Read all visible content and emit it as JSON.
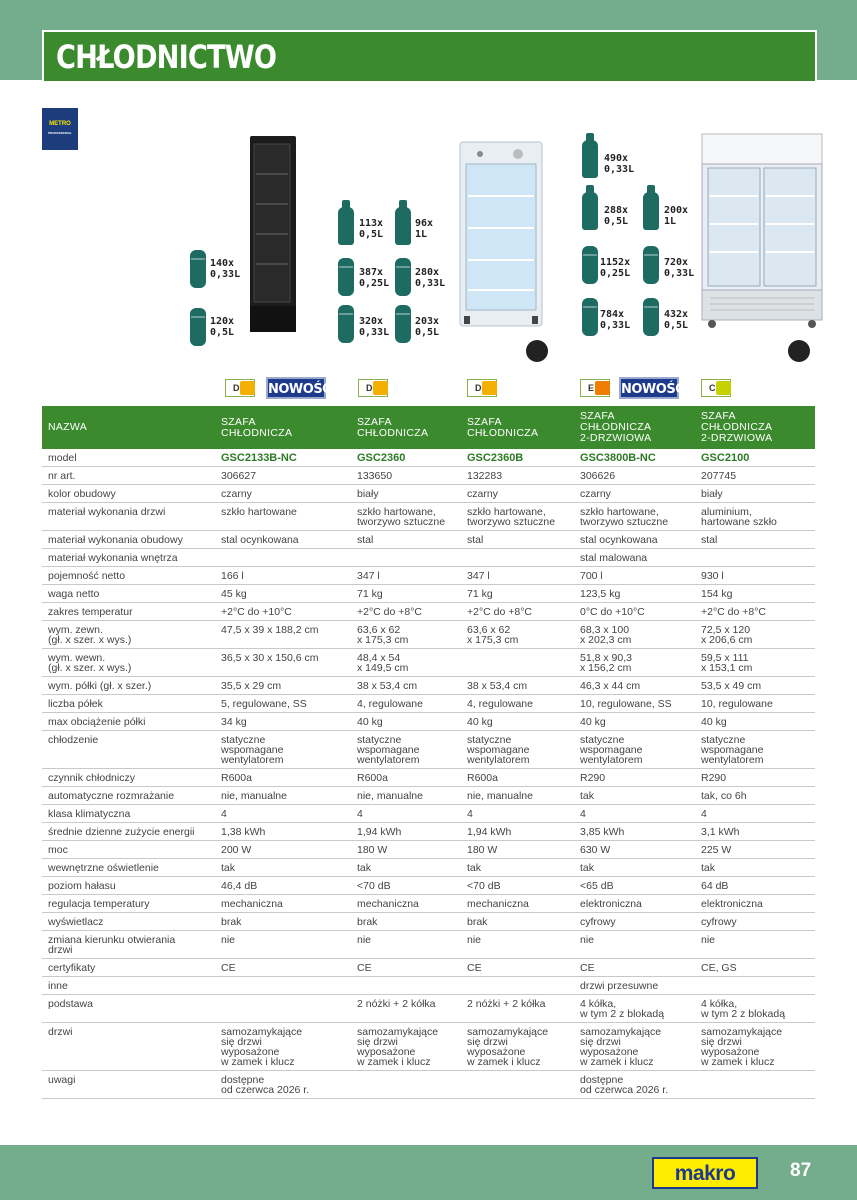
{
  "title": "CHŁODNICTWO",
  "brand_badge": {
    "line1": "METRO",
    "line2": "PROFESSIONAL"
  },
  "products_visual": {
    "p1": {
      "qty": [
        {
          "label": "140x 0,33L"
        },
        {
          "label": "120x 0,5L"
        }
      ],
      "color": "#1c1c1c"
    },
    "p2": {
      "qty": [
        {
          "label": "113x 0,5L"
        },
        {
          "label": "96x 1L"
        },
        {
          "label": "387x 0,25L"
        },
        {
          "label": "280x 0,33L"
        },
        {
          "label": "320x 0,33L"
        },
        {
          "label": "203x 0,5L"
        }
      ],
      "color": "#e9eef2"
    },
    "p3": {
      "qty": [
        {
          "label": "490x 0,33L"
        },
        {
          "label": "288x 0,5L"
        },
        {
          "label": "200x 1L"
        },
        {
          "label": "1152x 0,25L"
        },
        {
          "label": "720x 0,33L"
        },
        {
          "label": "784x 0,33L"
        },
        {
          "label": "432x 0,5L"
        }
      ]
    }
  },
  "energy_badges": [
    {
      "class": "D",
      "color": "#f4b000",
      "new": "NOWOŚĆ"
    },
    {
      "class": "D",
      "color": "#f4b000"
    },
    {
      "class": "D",
      "color": "#f4b000"
    },
    {
      "class": "E",
      "color": "#ee7d00",
      "new": "NOWOŚĆ"
    },
    {
      "class": "C",
      "color": "#c6d200"
    }
  ],
  "table": {
    "headers": [
      "NAZWA",
      "SZAFA\nCHŁODNICZA",
      "SZAFA\nCHŁODNICZA",
      "SZAFA\nCHŁODNICZA",
      "SZAFA\nCHŁODNICZA\n2-DRZWIOWA",
      "SZAFA\nCHŁODNICZA\n2-DRZWIOWA"
    ],
    "rows": [
      {
        "label": "model",
        "values": [
          "GSC2133B-NC",
          "GSC2360",
          "GSC2360B",
          "GSC3800B-NC",
          "GSC2100"
        ]
      },
      {
        "label": "nr art.",
        "values": [
          "306627",
          "133650",
          "132283",
          "306626",
          "207745"
        ]
      },
      {
        "label": "kolor obudowy",
        "values": [
          "czarny",
          "biały",
          "czarny",
          "czarny",
          "biały"
        ]
      },
      {
        "label": "materiał wykonania drzwi",
        "values": [
          "szkło hartowane",
          "szkło hartowane,\ntworzywo sztuczne",
          "szkło hartowane,\ntworzywo sztuczne",
          "szkło hartowane,\ntworzywo sztuczne",
          "aluminium,\nhartowane szkło"
        ]
      },
      {
        "label": "materiał wykonania obudowy",
        "values": [
          "stal ocynkowana",
          "stal",
          "stal",
          "stal ocynkowana",
          "stal"
        ]
      },
      {
        "label": "materiał wykonania wnętrza",
        "values": [
          "",
          "",
          "",
          "stal malowana",
          ""
        ]
      },
      {
        "label": "pojemność netto",
        "values": [
          "166 l",
          "347 l",
          "347 l",
          "700 l",
          "930 l"
        ]
      },
      {
        "label": "waga netto",
        "values": [
          "45 kg",
          "71 kg",
          "71 kg",
          "123,5 kg",
          "154 kg"
        ]
      },
      {
        "label": "zakres temperatur",
        "values": [
          "+2°C do +10°C",
          "+2°C do +8°C",
          "+2°C do +8°C",
          "0°C do +10°C",
          "+2°C do +8°C"
        ]
      },
      {
        "label": "wym. zewn.\n(gł. x szer. x wys.)",
        "values": [
          "47,5 x 39 x 188,2 cm",
          "63,6 x 62\nx 175,3 cm",
          "63,6 x 62\nx 175,3 cm",
          "68,3 x 100\nx 202,3 cm",
          "72,5 x 120\nx 206,6 cm"
        ]
      },
      {
        "label": "wym. wewn.\n(gł. x szer. x wys.)",
        "values": [
          "36,5 x 30 x 150,6 cm",
          "48,4 x 54\nx 149,5 cm",
          "",
          "51,8 x 90,3\nx 156,2 cm",
          "59,5 x 111\nx 153,1 cm"
        ]
      },
      {
        "label": "wym. półki (gł. x szer.)",
        "values": [
          "35,5 x 29 cm",
          "38 x 53,4 cm",
          "38 x 53,4 cm",
          "46,3 x 44 cm",
          "53,5 x 49 cm"
        ]
      },
      {
        "label": "liczba półek",
        "values": [
          "5, regulowane, SS",
          "4, regulowane",
          "4, regulowane",
          "10, regulowane, SS",
          "10, regulowane"
        ]
      },
      {
        "label": "max obciążenie półki",
        "values": [
          "34 kg",
          "40 kg",
          "40 kg",
          "40 kg",
          "40 kg"
        ]
      },
      {
        "label": "chłodzenie",
        "values": [
          "statyczne\nwspomagane\nwentylatorem",
          "statyczne\nwspomagane\nwentylatorem",
          "statyczne\nwspomagane\nwentylatorem",
          "statyczne\nwspomagane\nwentylatorem",
          "statyczne\nwspomagane\nwentylatorem"
        ]
      },
      {
        "label": "czynnik chłodniczy",
        "values": [
          "R600a",
          "R600a",
          "R600a",
          "R290",
          "R290"
        ]
      },
      {
        "label": "automatyczne rozmrażanie",
        "values": [
          "nie, manualne",
          "nie, manualne",
          "nie, manualne",
          "tak",
          "tak, co 6h"
        ]
      },
      {
        "label": "klasa klimatyczna",
        "values": [
          "4",
          "4",
          "4",
          "4",
          "4"
        ]
      },
      {
        "label": "średnie dzienne zużycie energii",
        "values": [
          "1,38 kWh",
          "1,94 kWh",
          "1,94 kWh",
          "3,85 kWh",
          "3,1 kWh"
        ]
      },
      {
        "label": "moc",
        "values": [
          "200 W",
          "180 W",
          "180 W",
          "630 W",
          "225 W"
        ]
      },
      {
        "label": "wewnętrzne oświetlenie",
        "values": [
          "tak",
          "tak",
          "tak",
          "tak",
          "tak"
        ]
      },
      {
        "label": "poziom hałasu",
        "values": [
          "46,4 dB",
          "<70 dB",
          "<70 dB",
          "<65 dB",
          "64 dB"
        ]
      },
      {
        "label": "regulacja temperatury",
        "values": [
          "mechaniczna",
          "mechaniczna",
          "mechaniczna",
          "elektroniczna",
          "elektroniczna"
        ]
      },
      {
        "label": "wyświetlacz",
        "values": [
          "brak",
          "brak",
          "brak",
          "cyfrowy",
          "cyfrowy"
        ]
      },
      {
        "label": "zmiana kierunku otwierania\ndrzwi",
        "values": [
          "nie",
          "nie",
          "nie",
          "nie",
          "nie"
        ]
      },
      {
        "label": "certyfikaty",
        "values": [
          "CE",
          "CE",
          "CE",
          "CE",
          "CE, GS"
        ]
      },
      {
        "label": "inne",
        "values": [
          "",
          "",
          "",
          "drzwi przesuwne",
          ""
        ]
      },
      {
        "label": "podstawa",
        "values": [
          "",
          "2 nóżki + 2 kółka",
          "2 nóżki + 2 kółka",
          "4 kółka,\nw tym 2 z blokadą",
          "4 kółka,\nw tym 2 z blokadą"
        ]
      },
      {
        "label": "drzwi",
        "values": [
          "samozamykające\nsię drzwi\nwyposażone\nw zamek i klucz",
          "samozamykające\nsię drzwi\nwyposażone\nw zamek i klucz",
          "samozamykające\nsię drzwi\nwyposażone\nw zamek i klucz",
          "samozamykające\nsię drzwi\nwyposażone\nw zamek i klucz",
          "samozamykające\nsię drzwi\nwyposażone\nw zamek i klucz"
        ]
      },
      {
        "label": "uwagi",
        "values": [
          "dostępne\nod czerwca 2026 r.",
          "",
          "",
          "dostępne\nod czerwca 2026 r.",
          ""
        ]
      }
    ]
  },
  "footer": {
    "logo": "makro",
    "page": "87"
  }
}
